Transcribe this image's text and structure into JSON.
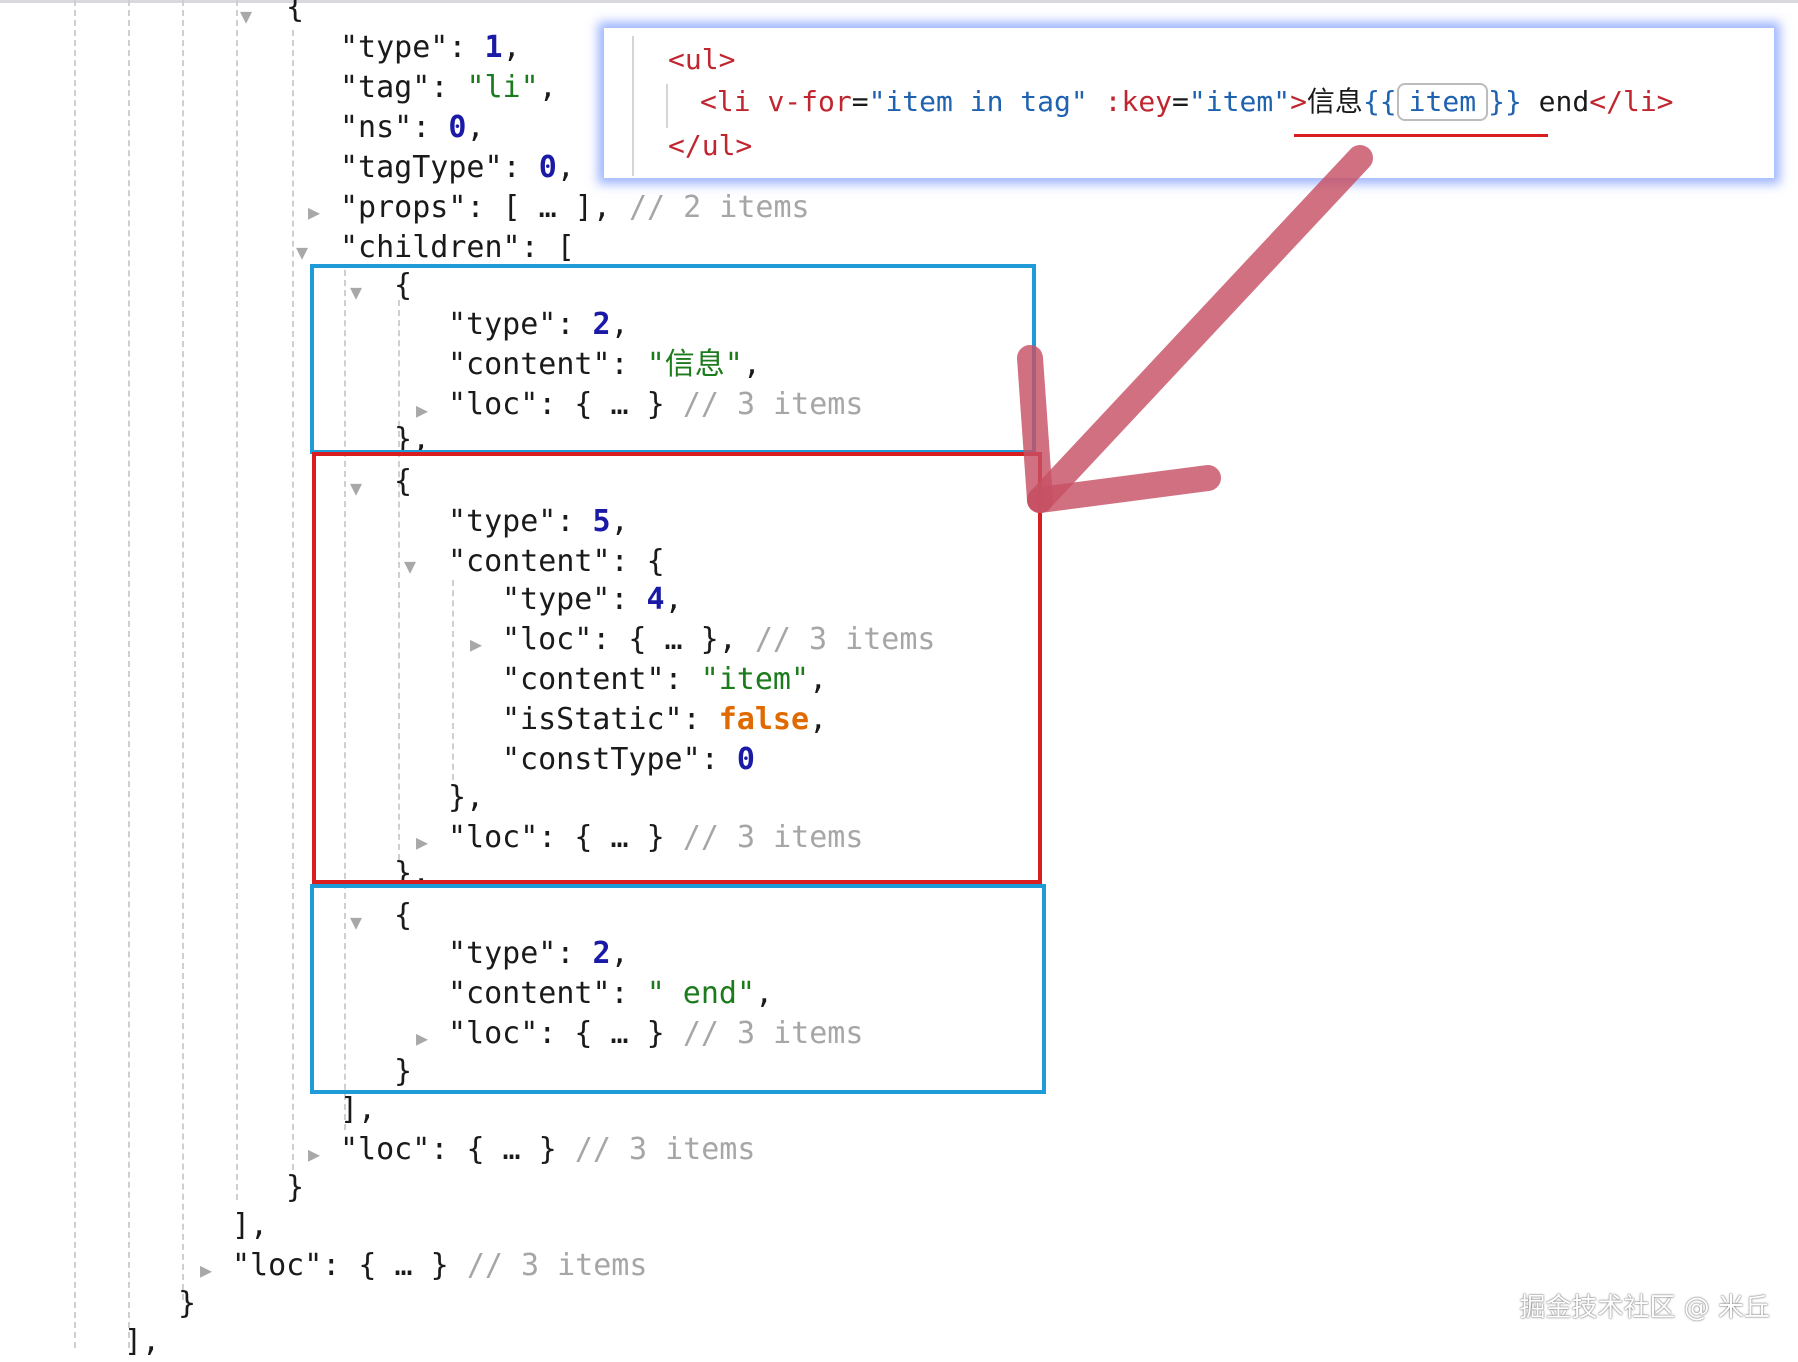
{
  "tree": {
    "line_open": "{",
    "type_key": "\"type\"",
    "type_val": "1",
    "tag_key": "\"tag\"",
    "tag_val": "\"li\"",
    "ns_key": "\"ns\"",
    "ns_val": "0",
    "tagType_key": "\"tagType\"",
    "tagType_val": "0",
    "props_key": "\"props\"",
    "props_val": "[ … ]",
    "props_comment": "// 2 items",
    "children_key": "\"children\"",
    "children_open": "[",
    "child1": {
      "type_val": "2",
      "content_val": "\"信息\"",
      "loc_comment": "// 3 items"
    },
    "child2": {
      "type_val": "5",
      "content_key": "\"content\"",
      "inner_type_val": "4",
      "inner_loc_comment": "// 3 items",
      "inner_content_val": "\"item\"",
      "isStatic_key": "\"isStatic\"",
      "isStatic_val": "false",
      "constType_key": "\"constType\"",
      "constType_val": "0",
      "loc_comment": "// 3 items"
    },
    "child3": {
      "type_val": "2",
      "content_val": "\" end\"",
      "loc_comment": "// 3 items"
    },
    "children_close": "],",
    "loc_key": "\"loc\"",
    "loc_val": "{ … }",
    "loc_comment": "// 3 items",
    "obj_close": "}",
    "outer_array_close": "],",
    "outer_loc_comment": "// 3 items",
    "outer_close": "}",
    "root_close": "],"
  },
  "popup": {
    "ul_open": "<ul>",
    "li_open": "<li",
    "vfor_attr": "v-for",
    "vfor_val": "\"item in tag\"",
    "key_attr": ":key",
    "key_val": "\"item\"",
    "text_before": "信息",
    "mustache_open": "{{",
    "interp": "item",
    "mustache_close": "}}",
    "text_after": " end",
    "li_close": "</li>",
    "ul_close": "</ul>"
  },
  "watermark": "掘金技术社区 @ 米丘",
  "colors": {
    "blue_box": "#1f9bd8",
    "red_box": "#d81e1e",
    "arrow": "#c75064"
  }
}
